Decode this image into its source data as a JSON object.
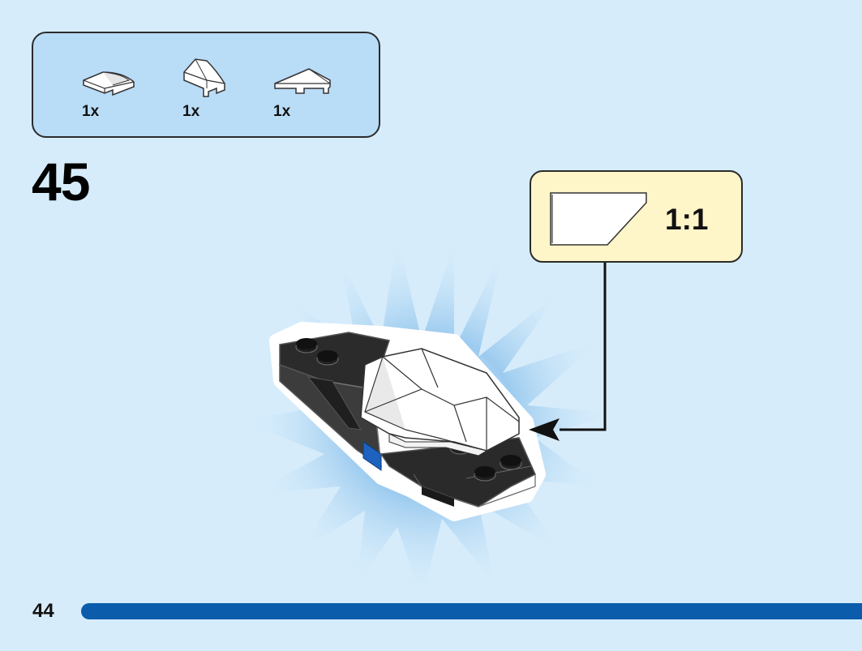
{
  "parts": [
    {
      "name": "curved-slope-tile-icon",
      "qty": "1x"
    },
    {
      "name": "wedge-slope-icon",
      "qty": "1x"
    },
    {
      "name": "wedge-plate-icon",
      "qty": "1x"
    }
  ],
  "step": {
    "number": "45"
  },
  "callout": {
    "scale": "1:1"
  },
  "footer": {
    "page_number": "44"
  },
  "colors": {
    "background": "#d6ecfb",
    "parts_box": "#b9dcf7",
    "callout": "#fef5c8",
    "progress_bar": "#0b5cab"
  }
}
